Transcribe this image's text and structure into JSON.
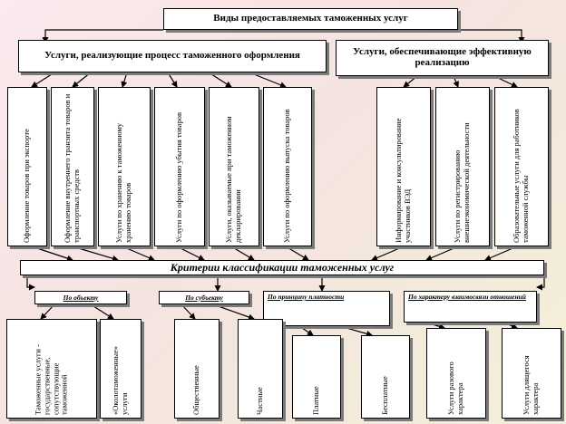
{
  "title": "Виды предоставляемых таможенных услуг",
  "categories": {
    "process": "Услуги, реализующие процесс таможенного оформления",
    "support": "Услуги, обеспечивающие эффективную реализацию"
  },
  "process_services": [
    "Оформление товаров при экспорте",
    "Оформление внутреннего транзита товаров и транспортных средств",
    "Услуги по хранению к таможенному хранению товаров",
    "Услуги по оформлению убытия товаров",
    "Услуги, оказываемые при таможенном декларировании",
    "Услуги по оформлению выпуска товаров"
  ],
  "support_services": [
    "Информирование и консультирование участников ВЭД",
    "Услуги по регистрированию внешнеэкономической деятельности",
    "Образовательные услуги для работников таможенной службы"
  ],
  "criteria": "Критерии классификации таможенных услуг",
  "groups": [
    "По объекту",
    "По субъекту",
    "По принципу платности",
    "По характеру взаимосвязи отношений"
  ],
  "leaves": [
    "Таможенные услуги - государственные, сопутствующие таможенной",
    "«Околотаможенные» услуги",
    "Общественные",
    "Частные",
    "Платные",
    "Бесплатные",
    "Услуги разового характера",
    "Услуги длящегося характера"
  ]
}
